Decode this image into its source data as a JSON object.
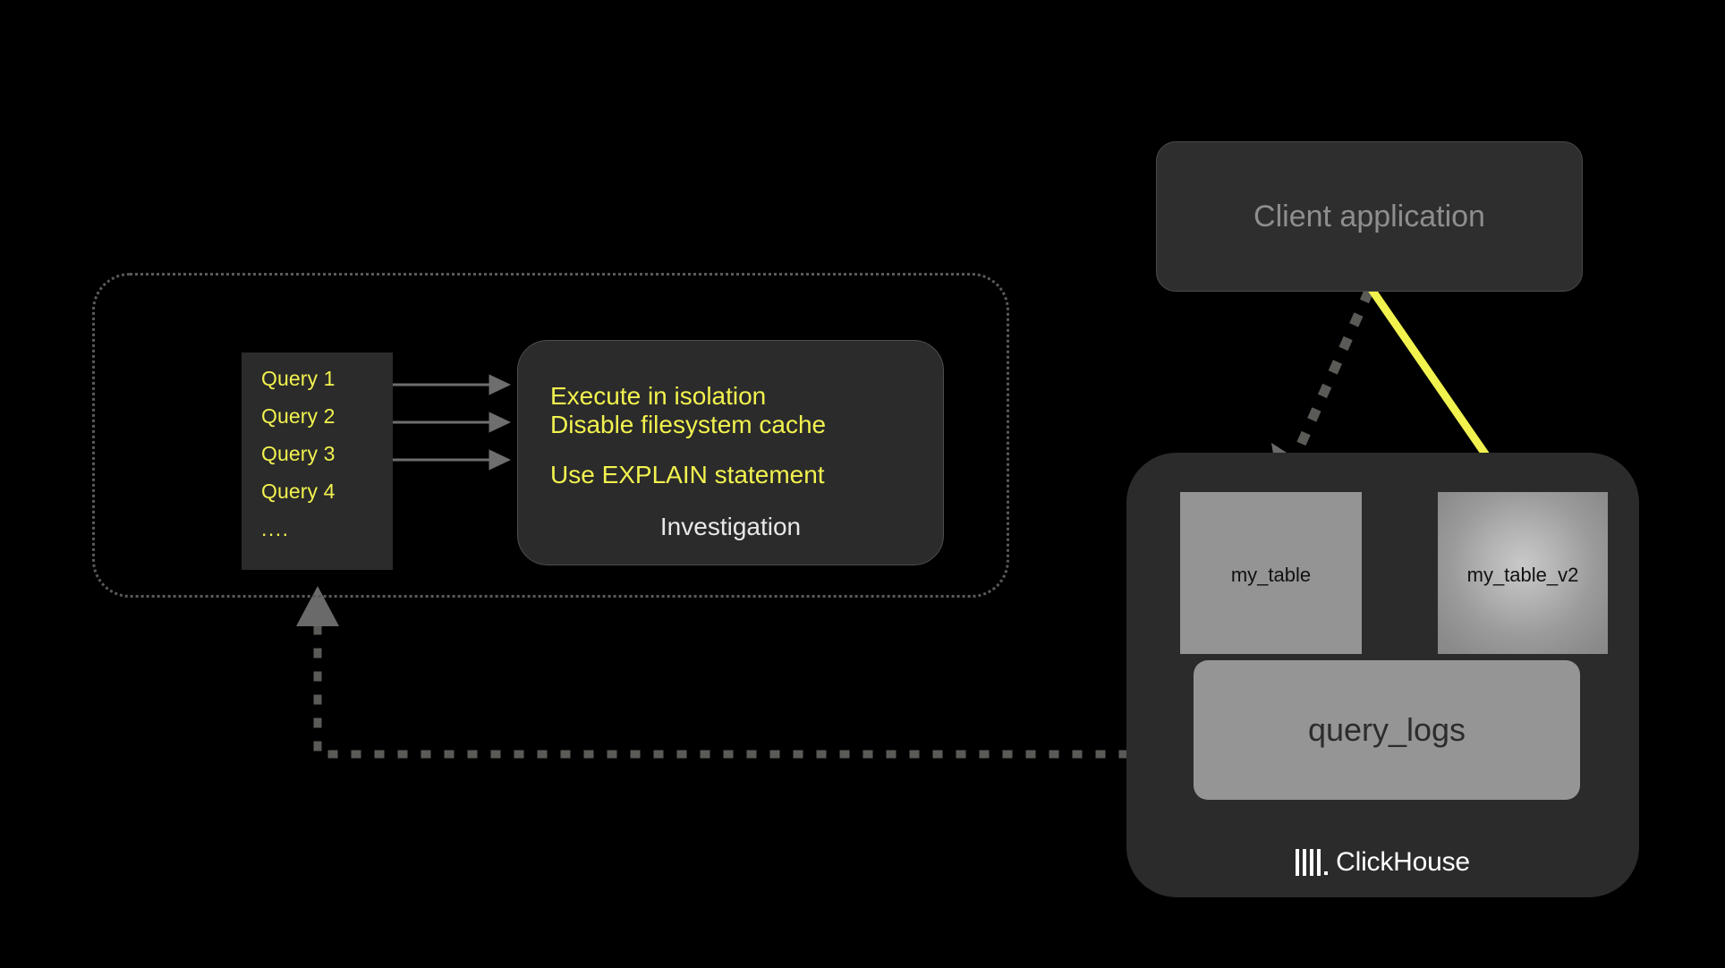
{
  "diagram": {
    "title": "ClickHouse query investigation workflow",
    "background_color": "#000000",
    "accent_yellow": "#f2f24f",
    "panel_gray": "#2b2b2b",
    "table_gray": "#949494"
  },
  "investigation_group": {
    "border_style": "dotted",
    "query_panel": {
      "items": [
        {
          "label": "Query 1"
        },
        {
          "label": "Query 2"
        },
        {
          "label": "Query 3"
        },
        {
          "label": "Query 4"
        },
        {
          "label": "...."
        }
      ]
    },
    "investigation_card": {
      "lines": [
        {
          "text": "Execute in isolation"
        },
        {
          "text": "Disable filesystem cache"
        },
        {
          "text": "Use EXPLAIN statement"
        }
      ],
      "caption": "Investigation"
    }
  },
  "client": {
    "label": "Client application"
  },
  "clickhouse": {
    "logo_text": "ClickHouse",
    "logo_icon": "clickhouse-bars-icon",
    "tables": [
      {
        "label": "my_table",
        "style": "flat"
      },
      {
        "label": "my_table_v2",
        "style": "glow"
      }
    ],
    "query_logs": {
      "label": "query_logs"
    }
  },
  "connectors": [
    {
      "name": "query-1-to-investigation",
      "style": "solid",
      "color": "#6e6e6e"
    },
    {
      "name": "query-2-to-investigation",
      "style": "solid",
      "color": "#6e6e6e"
    },
    {
      "name": "query-3-to-investigation",
      "style": "solid",
      "color": "#6e6e6e"
    },
    {
      "name": "client-to-my-table",
      "style": "dotted",
      "color": "#5a5a57"
    },
    {
      "name": "client-to-my-table-v2",
      "style": "solid",
      "color": "#f2f24f"
    },
    {
      "name": "query-logs-to-query-panel",
      "style": "dotted",
      "color": "#5a5a57"
    }
  ]
}
